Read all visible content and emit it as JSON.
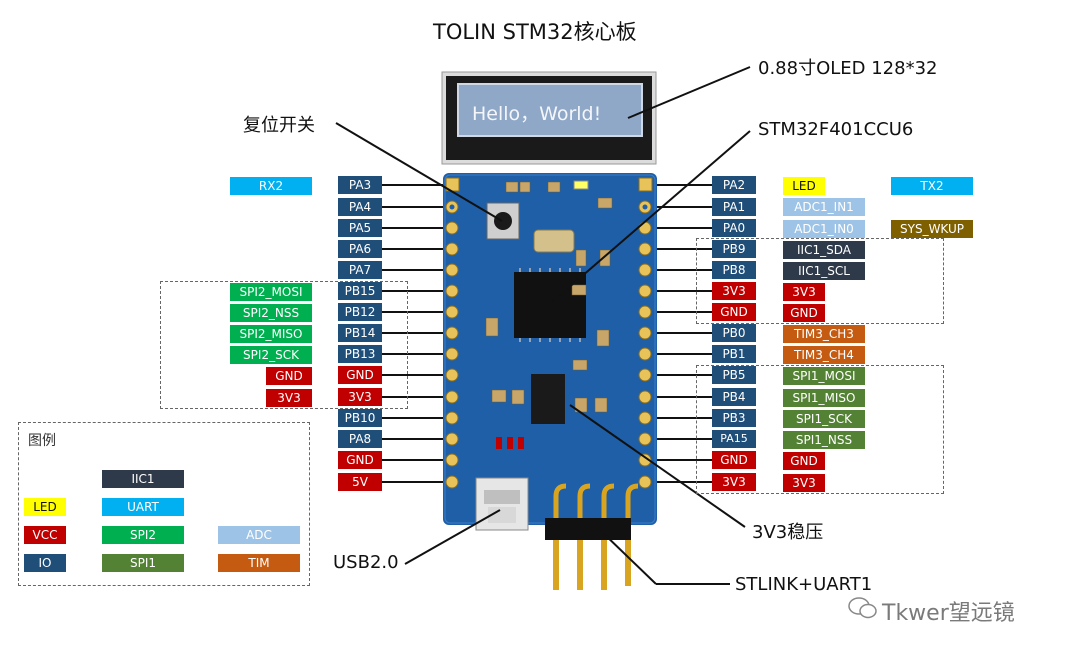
{
  "title": "TOLIN STM32核心板",
  "callouts": {
    "oled": "0.88寸OLED 128*32",
    "reset": "复位开关",
    "mcu": "STM32F401CCU6",
    "regulator": "3V3稳压",
    "usb": "USB2.0",
    "stlink": "STLINK+UART1",
    "screen_text": "Hello，World!"
  },
  "watermark": "Tkwer望远镜",
  "left_pins": [
    "PA3",
    "PA4",
    "PA5",
    "PA6",
    "PA7",
    "PB15",
    "PB12",
    "PB14",
    "PB13",
    "GND",
    "3V3",
    "PB10",
    "PA8",
    "GND",
    "5V"
  ],
  "left_funcs": {
    "rx2": "RX2",
    "spi2": [
      "SPI2_MOSI",
      "SPI2_NSS",
      "SPI2_MISO",
      "SPI2_SCK"
    ],
    "gnd": "GND",
    "v33": "3V3"
  },
  "right_pins": [
    "PA2",
    "PA1",
    "PA0",
    "PB9",
    "PB8",
    "3V3",
    "GND",
    "PB0",
    "PB1",
    "PB5",
    "PB4",
    "PB3",
    "PA15",
    "GND",
    "3V3"
  ],
  "right_funcs": [
    "LED",
    "ADC1_IN1",
    "ADC1_IN0",
    "IIC1_SDA",
    "IIC1_SCL",
    "3V3",
    "GND",
    "TIM3_CH3",
    "TIM3_CH4",
    "SPI1_MOSI",
    "SPI1_MISO",
    "SPI1_SCK",
    "SPI1_NSS",
    "GND",
    "3V3"
  ],
  "right_extra": {
    "tx2": "TX2",
    "wakeup": "SYS_WKUP"
  },
  "legend": {
    "title": "图例",
    "iic": "IIC1",
    "led": "LED",
    "uart": "UART",
    "vcc": "VCC",
    "spi2": "SPI2",
    "adc": "ADC",
    "io": "IO",
    "spi1": "SPI1",
    "tim": "TIM"
  },
  "colors": {
    "pin": "#1f4e79",
    "uart": "#00b0f0",
    "spi2": "#00b050",
    "power": "#c00000",
    "led": "#ffff00",
    "adc": "#9dc3e6",
    "iic": "#2e3a4a",
    "tim": "#c55a11",
    "spi1": "#548235",
    "wakeup": "#7f6000",
    "pcb": "#1e5fa8"
  }
}
